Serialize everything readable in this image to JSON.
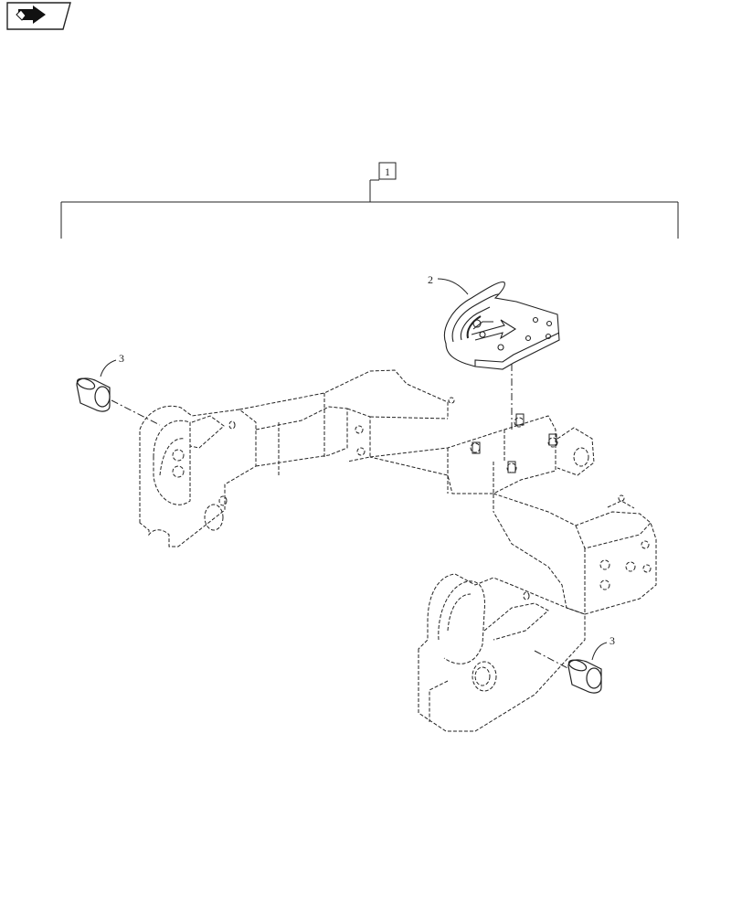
{
  "nav": {
    "icon": "page-forward-icon"
  },
  "callouts": {
    "assembly": "1",
    "hook": "2",
    "bushing_left": "3",
    "bushing_right": "3"
  },
  "colors": {
    "line": "#222222",
    "background": "#ffffff"
  }
}
